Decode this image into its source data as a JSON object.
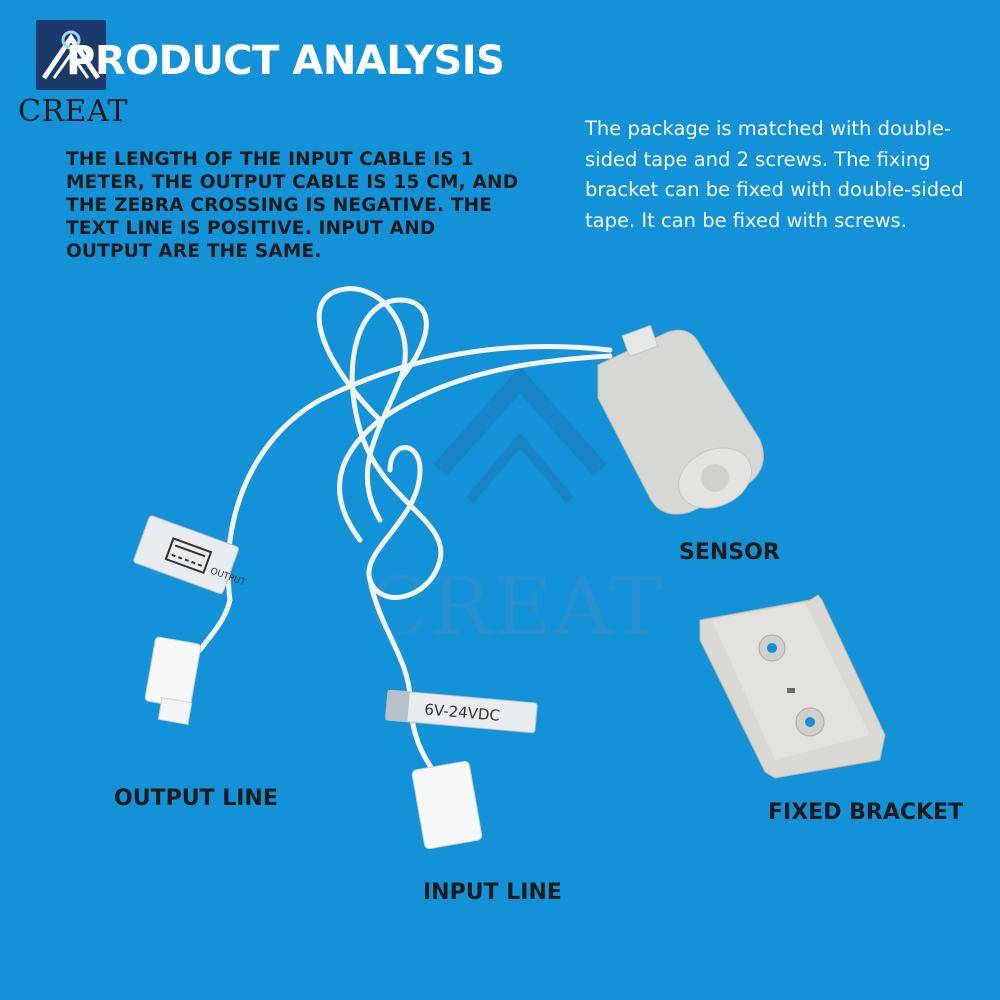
{
  "brand": {
    "logo_text": "CREAT",
    "watermark_text": "CREAT"
  },
  "header": {
    "title": "PRODUCT ANALYSIS"
  },
  "specs": {
    "cable_description": "THE LENGTH OF THE INPUT CABLE IS 1 METER, THE OUTPUT CABLE IS 15 CM, AND THE ZEBRA CROSSING IS NEGATIVE. THE TEXT LINE IS POSITIVE. INPUT AND OUTPUT ARE THE SAME.",
    "package_description": "The package is matched with double-sided tape and 2 screws. The fixing bracket can be fixed with double-sided tape. It can be fixed with screws."
  },
  "labels": {
    "sensor": "SENSOR",
    "fixed_bracket": "FIXED BRACKET",
    "output_line": "OUTPUT LINE",
    "input_line": "INPUT LINE"
  },
  "tags": {
    "output_tag": "OUTPUT",
    "input_tag": "6V-24VDC"
  },
  "colors": {
    "background": "#1392d8",
    "title": "#ffffff",
    "body_text": "#1c1c1c",
    "logo_bg": "#1b3a6b"
  },
  "icons": [
    "logo-icon",
    "sensor-device",
    "bracket-device",
    "cable-bundle"
  ]
}
